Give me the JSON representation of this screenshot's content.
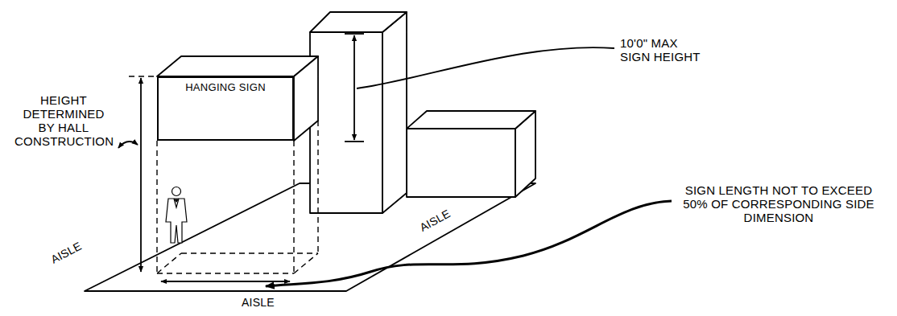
{
  "diagram": {
    "nodes": [
      {
        "text": [
          "HANGING SIGN"
        ]
      }
    ],
    "labels": [
      "HEIGHT DETERMINED BY HALL CONSTRUCTION",
      "10'0\" MAX SIGN HEIGHT",
      "SIGN LENGTH NOT TO EXCEED 50% OF CORRESPONDING SIDE DIMENSION",
      "AISLE",
      "AISLE",
      "AISLE"
    ]
  }
}
